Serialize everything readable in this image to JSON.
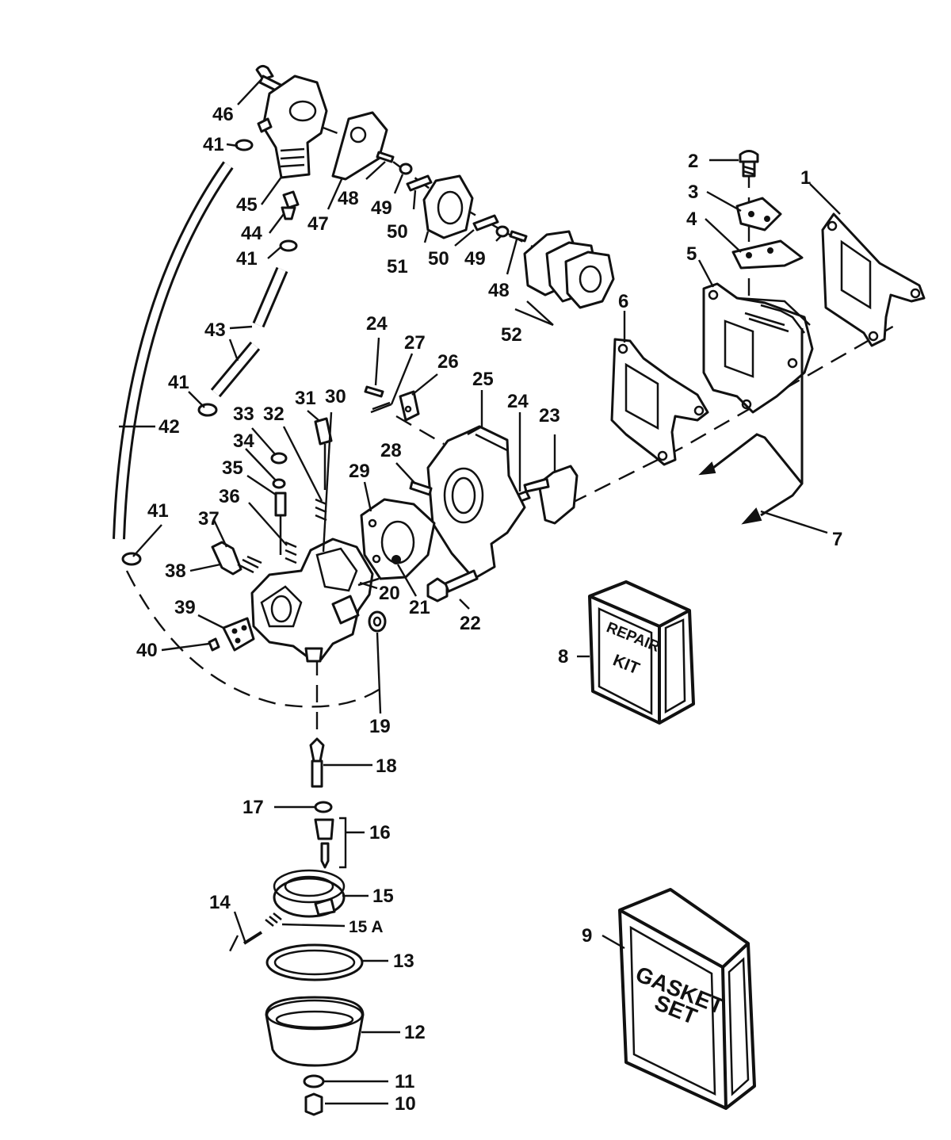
{
  "callouts": {
    "c1": "1",
    "c2": "2",
    "c3": "3",
    "c4": "4",
    "c5": "5",
    "c6": "6",
    "c7": "7",
    "c8": "8",
    "c9": "9",
    "c10": "10",
    "c11": "11",
    "c12": "12",
    "c13": "13",
    "c14": "14",
    "c15": "15",
    "c15a": "15 A",
    "c16": "16",
    "c17": "17",
    "c18": "18",
    "c19": "19",
    "c20": "20",
    "c21": "21",
    "c22": "22",
    "c23": "23",
    "c24a": "24",
    "c24b": "24",
    "c25": "25",
    "c26": "26",
    "c27": "27",
    "c28": "28",
    "c29": "29",
    "c30": "30",
    "c31": "31",
    "c32": "32",
    "c33": "33",
    "c34": "34",
    "c35": "35",
    "c36": "36",
    "c37": "37",
    "c38": "38",
    "c39": "39",
    "c40": "40",
    "c41a": "41",
    "c41b": "41",
    "c41c": "41",
    "c41d": "41",
    "c42": "42",
    "c43": "43",
    "c44": "44",
    "c45": "45",
    "c46": "46",
    "c47": "47",
    "c48a": "48",
    "c48b": "48",
    "c49a": "49",
    "c49b": "49",
    "c50a": "50",
    "c50b": "50",
    "c51": "51",
    "c52": "52"
  },
  "repair_kit": {
    "line1": "REPAIR",
    "line2": "KIT"
  },
  "gasket_set": {
    "line1": "GASKET",
    "line2": "SET"
  }
}
